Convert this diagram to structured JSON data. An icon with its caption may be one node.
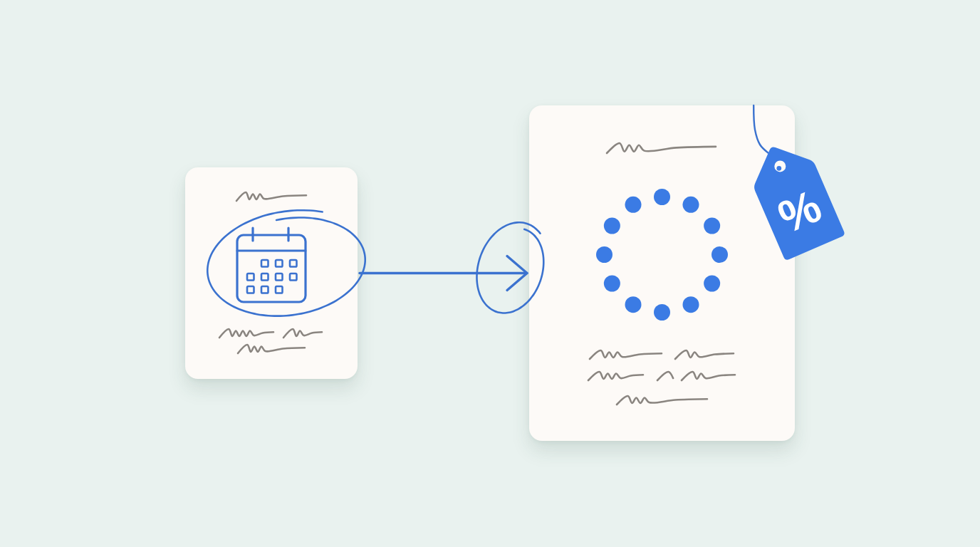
{
  "diagram": {
    "nodes": [
      {
        "text": [],
        "shape": "box"
      },
      {
        "text": [],
        "shape": "box"
      },
      {
        "text": [
          "%"
        ]
      }
    ],
    "edges": [
      {
        "from": 0,
        "to": 1,
        "arrow": "to"
      },
      {
        "from": 1,
        "to": 2,
        "arrow": "none"
      }
    ]
  }
}
